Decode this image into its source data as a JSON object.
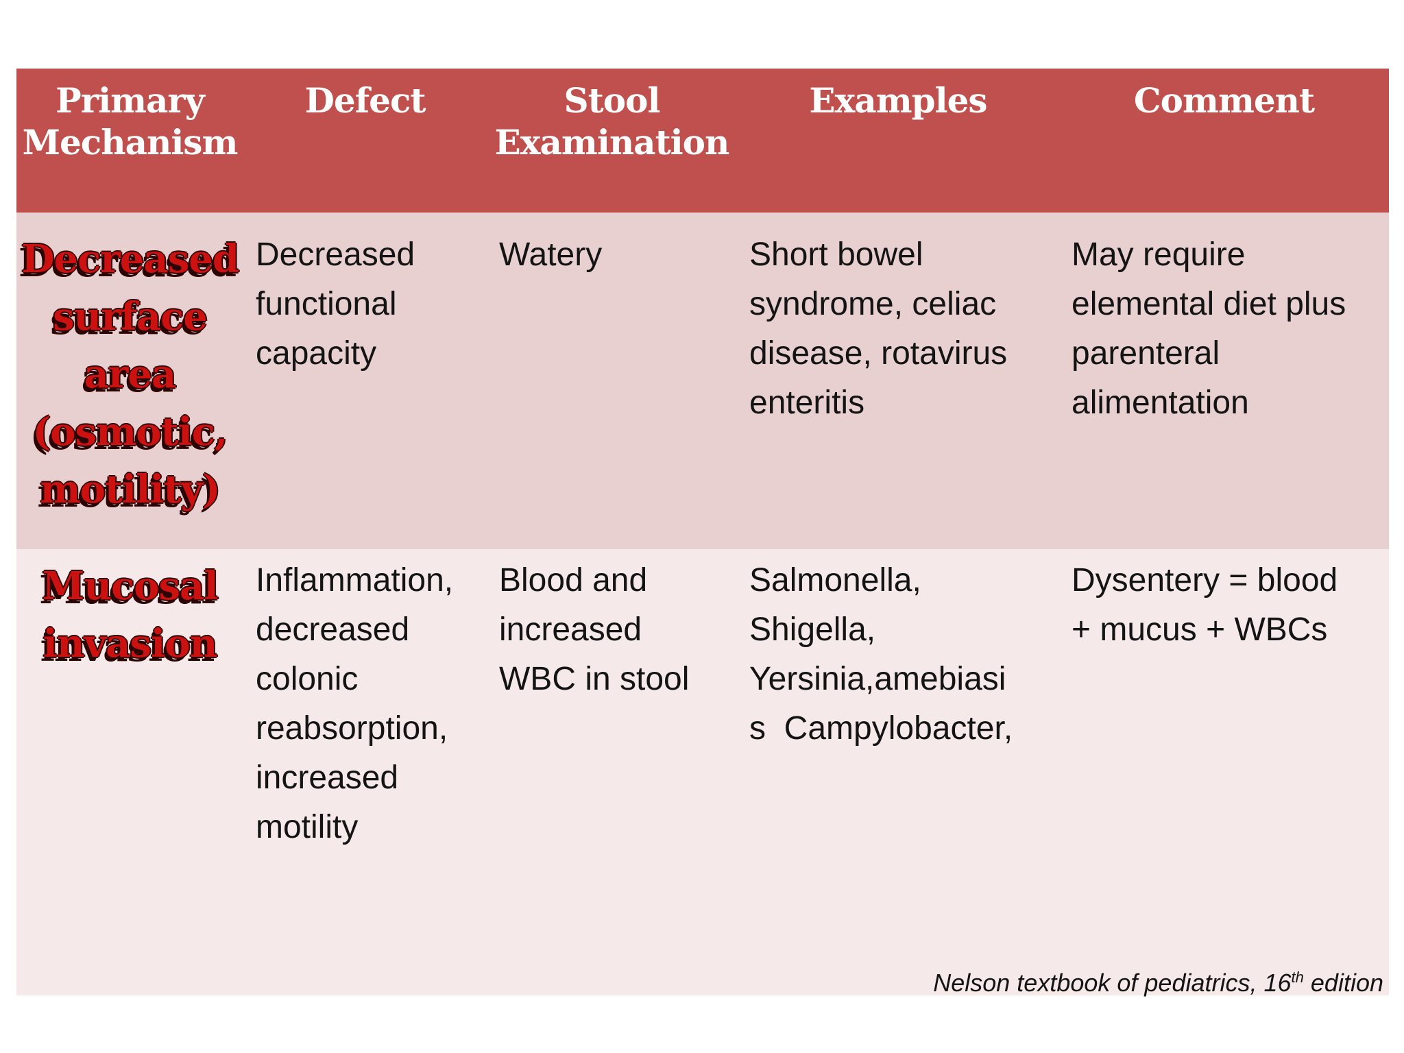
{
  "slide": {
    "source_note": {
      "prefix": "Nelson textbook of pediatrics, 16",
      "superscript": "th",
      "suffix": " edition"
    }
  },
  "table": {
    "columns": [
      "Primary\nMechanism",
      "Defect",
      "Stool\nExamination",
      "Examples",
      "Comment"
    ],
    "rows": [
      {
        "mechanism": "Decreased\nsurface area\n(osmotic,\nmotility)",
        "defect": "Decreased\nfunctional\ncapacity",
        "stool_examination": "Watery",
        "examples": "Short bowel\nsyndrome, celiac\ndisease, rotavirus\nenteritis",
        "comment": "May require\nelemental diet plus\nparenteral\nalimentation"
      },
      {
        "mechanism": "Mucosal\ninvasion",
        "defect": "Inflammation,\ndecreased\ncolonic\nreabsorption,\nincreased\nmotility",
        "stool_examination": "Blood and\nincreased\nWBC in stool",
        "examples": "Salmonella,\nShigella,\nYersinia,amebiasi\ns  Campylobacter,",
        "comment": "Dysentery = blood\n+ mucus + WBCs"
      }
    ]
  },
  "colors": {
    "slide_background": "#ffffff",
    "header_band": "#c0504d",
    "header_text": "#ffffff",
    "row1_background": "#e8cfd0",
    "row2_background": "#f5e9e9",
    "body_text": "#141414",
    "wordart_red": "#cc1111",
    "wordart_shadow": "#2b0404"
  }
}
